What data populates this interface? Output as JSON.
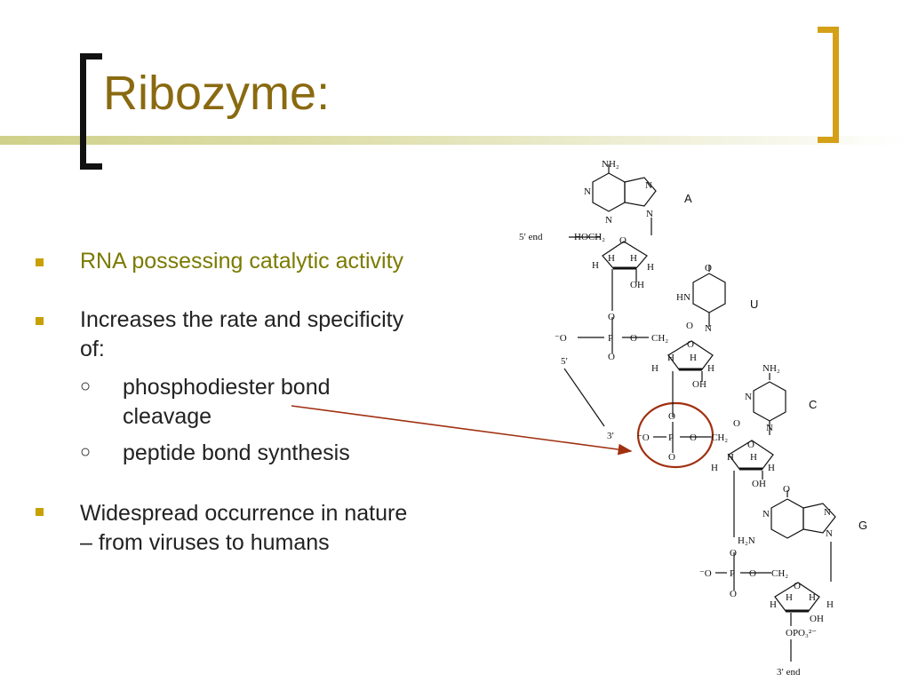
{
  "slide": {
    "title": "Ribozyme:",
    "bullets": [
      {
        "text": "RNA possessing catalytic activity"
      },
      {
        "line1": "Increases the rate and specificity",
        "line2": "of:"
      },
      {
        "text": "Widespread occurrence in nature",
        "line2": "– from viruses to humans"
      }
    ],
    "sub_bullets": [
      {
        "line1": "phosphodiester bond",
        "line2": "cleavage"
      },
      {
        "text": "peptide bond synthesis"
      }
    ],
    "sub_marker": "○",
    "colors": {
      "title": "#8a6a10",
      "highlight": "#7b7a00",
      "bullet": "#c8a000",
      "accent": "#d4a017",
      "arrow": "#a03010"
    }
  },
  "diagram": {
    "base_labels": [
      "A",
      "U",
      "C",
      "G"
    ],
    "end_labels": {
      "five_prime": "5′ end",
      "three_prime": "3′ end"
    },
    "bond_labels": {
      "five": "5′",
      "three": "3′"
    },
    "groups": {
      "nh2": "NH₂",
      "hoch2": "HOCH₂",
      "ch2": "CH₂",
      "oh": "OH",
      "o": "O",
      "h": "H",
      "p": "P",
      "n": "N",
      "hn": "HN",
      "h2n": "H₂N",
      "ominus": "⁻O",
      "opo3": "OPO₃²⁻"
    }
  }
}
